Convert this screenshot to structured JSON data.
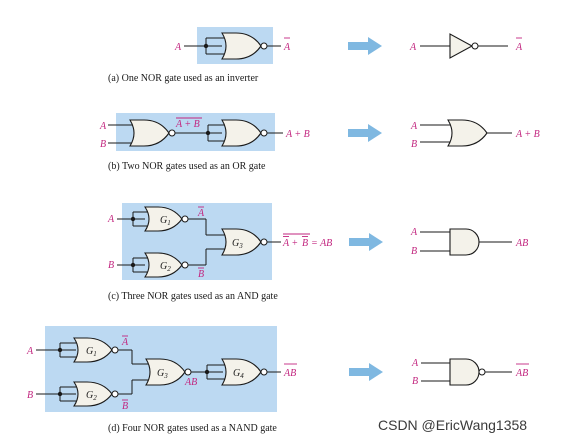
{
  "colors": {
    "panel": "#bcd9f2",
    "signal": "#c2257f",
    "arrow": "#7fb8e1",
    "gate_fill": "#f4f2ea"
  },
  "a": {
    "caption": "(a) One NOR gate used as an inverter",
    "input": "A",
    "output": "A",
    "eq_input": "A",
    "eq_output": "A"
  },
  "b": {
    "caption": "(b) Two NOR gates used as an OR gate",
    "input_a": "A",
    "input_b": "B",
    "mid": "A + B",
    "output": "A + B",
    "eq_input_a": "A",
    "eq_input_b": "B",
    "eq_output": "A + B"
  },
  "c": {
    "caption": "(c) Three NOR gates used as an AND gate",
    "input_a": "A",
    "input_b": "B",
    "g1": "G",
    "g1_sub": "1",
    "g2": "G",
    "g2_sub": "2",
    "g3": "G",
    "g3_sub": "3",
    "mid_a": "A",
    "mid_b": "B",
    "out_a": "A",
    "out_plus": "+",
    "out_b": "B",
    "out_eq": "= AB",
    "eq_input_a": "A",
    "eq_input_b": "B",
    "eq_output": "AB"
  },
  "d": {
    "caption": "(d) Four NOR gates used as a NAND gate",
    "input_a": "A",
    "input_b": "B",
    "g1": "G",
    "g1_sub": "1",
    "g2": "G",
    "g2_sub": "2",
    "g3": "G",
    "g3_sub": "3",
    "g4": "G",
    "g4_sub": "4",
    "mid_a": "A",
    "mid_b": "B",
    "mid_ab": "AB",
    "output": "AB",
    "eq_input_a": "A",
    "eq_input_b": "B",
    "eq_output": "AB"
  },
  "watermark": "CSDN @EricWang1358"
}
